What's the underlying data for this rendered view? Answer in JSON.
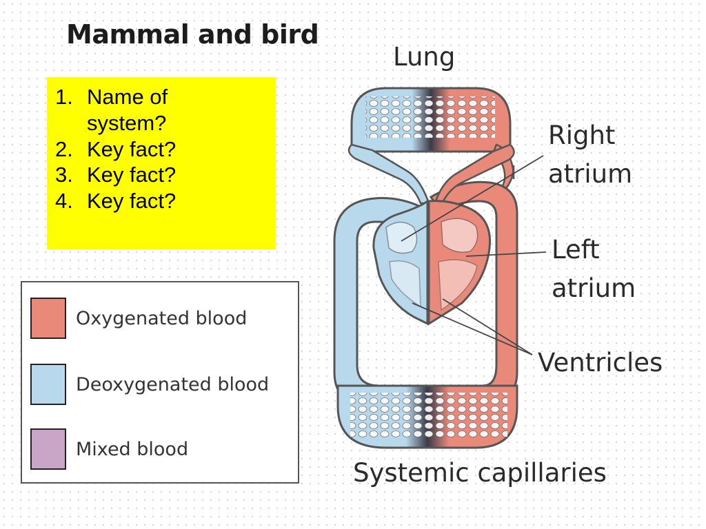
{
  "title": "Mammal and bird",
  "questions": [
    {
      "num": "1.",
      "text": "Name of system?"
    },
    {
      "num": "2.",
      "text": "Key fact?"
    },
    {
      "num": "3.",
      "text": "Key fact?"
    },
    {
      "num": "4.",
      "text": "Key fact?"
    }
  ],
  "legend": [
    {
      "label": "Oxygenated blood",
      "color": "#e8897a"
    },
    {
      "label": "Deoxygenated blood",
      "color": "#b8d8ec"
    },
    {
      "label": "Mixed blood",
      "color": "#c9a6c8"
    }
  ],
  "labels": {
    "lung": "Lung",
    "right_atrium_1": "Right",
    "right_atrium_2": "atrium",
    "left_atrium_1": "Left",
    "left_atrium_2": "atrium",
    "ventricles": "Ventricles",
    "capillaries": "Systemic capillaries"
  },
  "colors": {
    "highlight": "#ffff00",
    "oxygenated": "#e8897a",
    "deoxygenated": "#b8d8ec",
    "vessel_outline": "#555555"
  }
}
